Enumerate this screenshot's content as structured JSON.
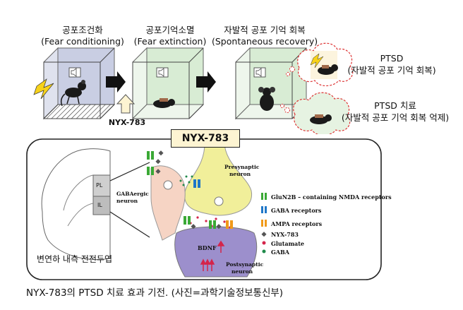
{
  "stages": [
    {
      "korean": "공포조건화",
      "english": "(Fear conditioning)"
    },
    {
      "korean": "공포기억소멸",
      "english": "(Fear extinction)"
    },
    {
      "korean": "자발적 공포 기억 회복",
      "english": "(Spontaneous recovery)"
    }
  ],
  "outcomes": {
    "ptsd_title": "PTSD",
    "ptsd_sub": "(자발적 공포 기억 회복)",
    "treat_title": "PTSD 치료",
    "treat_sub": "(자발적 공포 기억 회복 억제)"
  },
  "drug_label": "NYX-783",
  "panel": {
    "title": "NYX-783",
    "brain_regions": [
      "PL",
      "IL"
    ],
    "brain_caption": "변연하 내측 전전두엽",
    "gaba_neuron": "GABAergic neuron",
    "presynaptic": "Presynaptic neuron",
    "postsynaptic": "Postsynaptic neuron",
    "bdnf": "BDNF",
    "legend": [
      {
        "key": "glun2b",
        "label": "GluN2B – containing NMDA receptors",
        "color": "#3aa935"
      },
      {
        "key": "gaba_r",
        "label": "GABA receptors",
        "color": "#1f77c8"
      },
      {
        "key": "ampa",
        "label": "AMPA receptors",
        "color": "#f09a1a"
      },
      {
        "key": "nyx",
        "label": "NYX-783",
        "color": "#555555"
      },
      {
        "key": "glu",
        "label": "Glutamate",
        "color": "#d4244a"
      },
      {
        "key": "gaba",
        "label": "GABA",
        "color": "#1f8a4a"
      }
    ]
  },
  "caption": "NYX-783의 PTSD 치료 효과 기전. (사진=과학기술정보통신부)"
}
